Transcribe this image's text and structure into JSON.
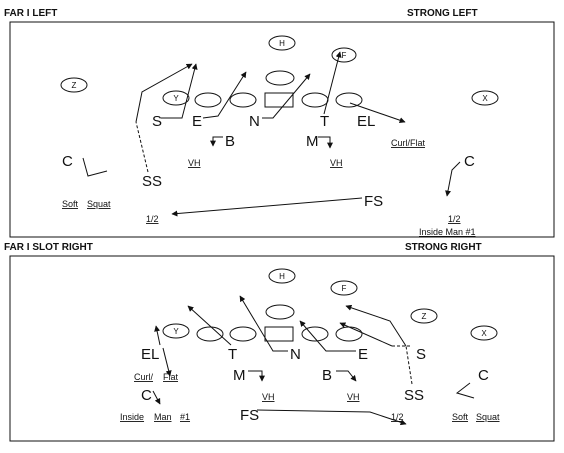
{
  "top": {
    "header_left": "FAR I LEFT",
    "header_right": "STRONG LEFT",
    "offense": {
      "h": "H",
      "f": "F",
      "z": "Z",
      "y": "Y",
      "x": "X"
    },
    "defense": {
      "s": "S",
      "e": "E",
      "n": "N",
      "t": "T",
      "el": "EL",
      "b": "B",
      "m": "M",
      "c_left": "C",
      "c_right": "C",
      "ss": "SS",
      "fs": "FS"
    },
    "labels": {
      "vh_left": "VH",
      "vh_right": "VH",
      "curl_flat": "Curl/Flat",
      "soft": "Soft",
      "squat": "Squat",
      "half_left": "1/2",
      "half_right": "1/2",
      "inside_man": "Inside Man #1"
    }
  },
  "bottom": {
    "header_left": "FAR I SLOT RIGHT",
    "header_right": "STRONG RIGHT",
    "offense": {
      "h": "H",
      "f": "F",
      "z": "Z",
      "y": "Y",
      "x": "X"
    },
    "defense": {
      "el": "EL",
      "t": "T",
      "n": "N",
      "e": "E",
      "s": "S",
      "m": "M",
      "b": "B",
      "c_left": "C",
      "c_right": "C",
      "ss": "SS",
      "fs": "FS"
    },
    "labels": {
      "curl": "Curl/",
      "flat": "Flat",
      "vh_left": "VH",
      "vh_right": "VH",
      "inside": "Inside",
      "man": "Man",
      "num": "#1",
      "half": "1/2",
      "soft": "Soft",
      "squat": "Squat"
    }
  }
}
